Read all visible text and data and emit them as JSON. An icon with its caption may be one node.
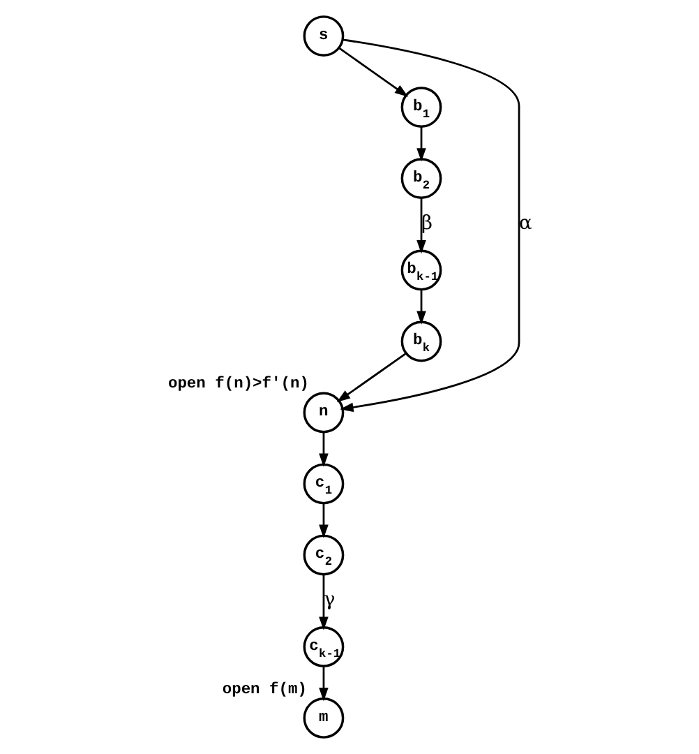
{
  "diagram": {
    "nodes": [
      {
        "text": [
          "s"
        ]
      },
      {
        "text": [
          "b$_{1}$"
        ]
      },
      {
        "text": [
          "b$_{2}$"
        ]
      },
      {
        "text": [
          "b$_{k-1}$"
        ]
      },
      {
        "text": [
          "b$_{k}$"
        ]
      },
      {
        "text": [
          "n"
        ],
        "beside": [
          "open f(n)>f'(n)"
        ]
      },
      {
        "text": [
          "c$_{1}$"
        ]
      },
      {
        "text": [
          "c$_{2}$"
        ]
      },
      {
        "text": [
          "c$_{k-1}$"
        ]
      },
      {
        "text": [
          "m"
        ],
        "beside": [
          "open f(m)"
        ]
      }
    ],
    "edges": [
      {
        "from": 0,
        "to": 1,
        "arrow": "to"
      },
      {
        "from": 1,
        "to": 2,
        "arrow": "to"
      },
      {
        "from": 2,
        "to": 3,
        "arrow": "to",
        "label": "β"
      },
      {
        "from": 3,
        "to": 4,
        "arrow": "to"
      },
      {
        "from": 4,
        "to": 5,
        "arrow": "to"
      },
      {
        "from": 0,
        "to": 5,
        "arrow": "to",
        "label": "α"
      },
      {
        "from": 5,
        "to": 6,
        "arrow": "to"
      },
      {
        "from": 6,
        "to": 7,
        "arrow": "to"
      },
      {
        "from": 7,
        "to": 8,
        "arrow": "to",
        "label": "γ"
      },
      {
        "from": 8,
        "to": 9,
        "arrow": "to"
      }
    ]
  }
}
